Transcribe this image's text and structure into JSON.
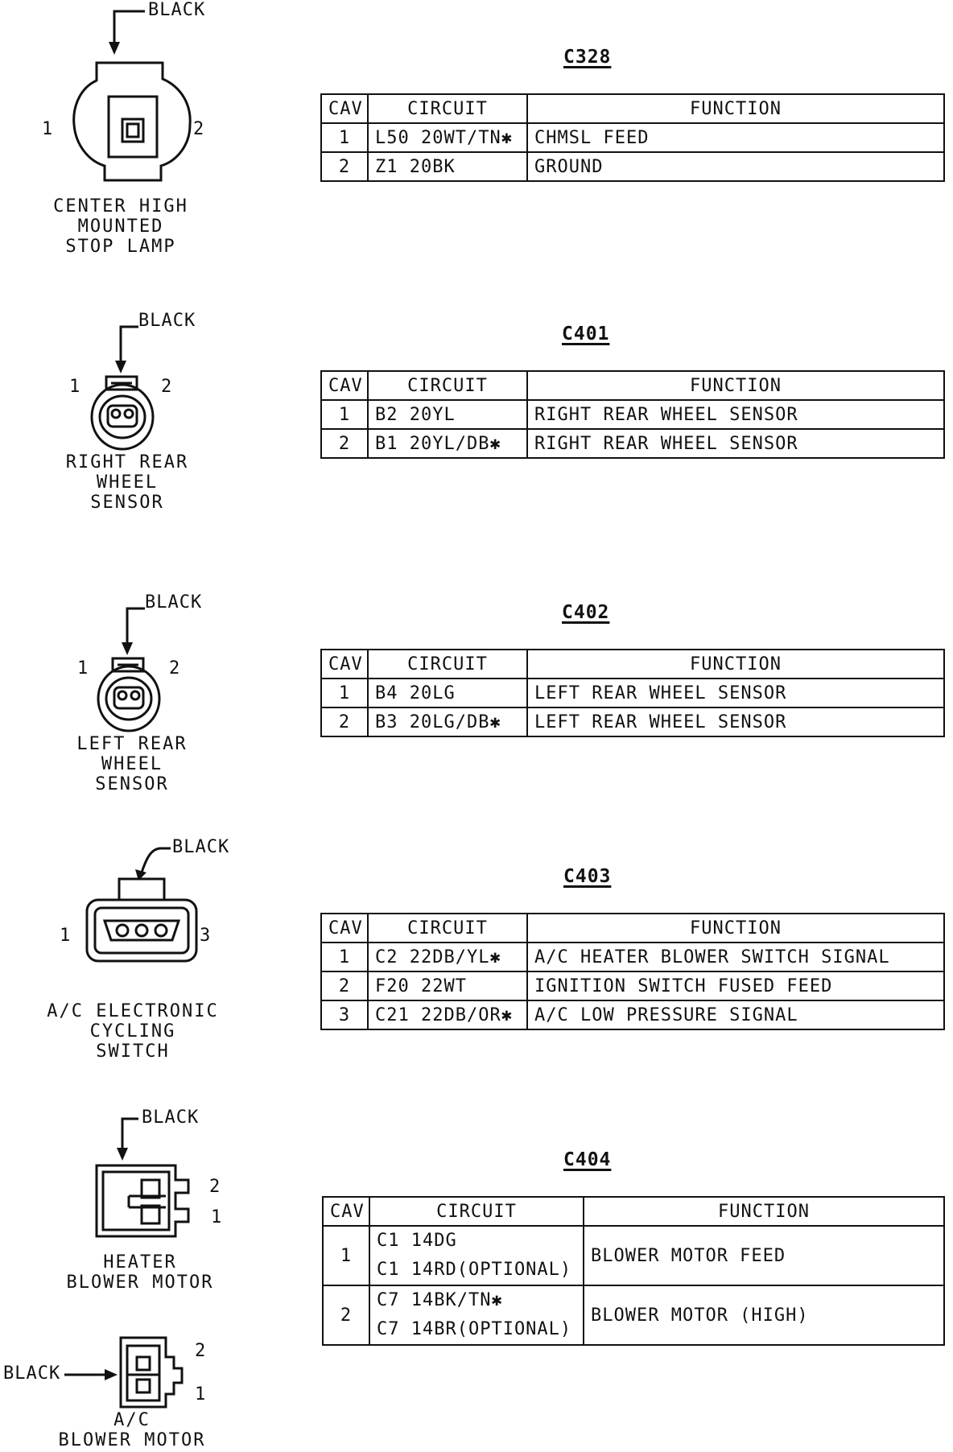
{
  "connectors": [
    {
      "id": "C328",
      "caption": [
        "CENTER HIGH",
        "MOUNTED",
        "STOP LAMP"
      ],
      "color_label": "BLACK",
      "pins": [
        "1",
        "2"
      ],
      "headers": [
        "CAV",
        "CIRCUIT",
        "FUNCTION"
      ],
      "rows": [
        {
          "cav": "1",
          "circuit": "L50 20WT/TN✱",
          "function": "CHMSL FEED"
        },
        {
          "cav": "2",
          "circuit": "Z1 20BK",
          "function": "GROUND"
        }
      ]
    },
    {
      "id": "C401",
      "caption": [
        "RIGHT REAR",
        "WHEEL",
        "SENSOR"
      ],
      "color_label": "BLACK",
      "pins": [
        "1",
        "2"
      ],
      "headers": [
        "CAV",
        "CIRCUIT",
        "FUNCTION"
      ],
      "rows": [
        {
          "cav": "1",
          "circuit": "B2 20YL",
          "function": "RIGHT REAR WHEEL SENSOR"
        },
        {
          "cav": "2",
          "circuit": "B1 20YL/DB✱",
          "function": "RIGHT REAR WHEEL SENSOR"
        }
      ]
    },
    {
      "id": "C402",
      "caption": [
        "LEFT REAR",
        "WHEEL",
        "SENSOR"
      ],
      "color_label": "BLACK",
      "pins": [
        "1",
        "2"
      ],
      "headers": [
        "CAV",
        "CIRCUIT",
        "FUNCTION"
      ],
      "rows": [
        {
          "cav": "1",
          "circuit": "B4 20LG",
          "function": "LEFT REAR WHEEL SENSOR"
        },
        {
          "cav": "2",
          "circuit": "B3 20LG/DB✱",
          "function": "LEFT REAR WHEEL SENSOR"
        }
      ]
    },
    {
      "id": "C403",
      "caption": [
        "A/C ELECTRONIC",
        "CYCLING",
        "SWITCH"
      ],
      "color_label": "BLACK",
      "pins": [
        "1",
        "3"
      ],
      "headers": [
        "CAV",
        "CIRCUIT",
        "FUNCTION"
      ],
      "rows": [
        {
          "cav": "1",
          "circuit": "C2 22DB/YL✱",
          "function": "A/C HEATER BLOWER SWITCH SIGNAL"
        },
        {
          "cav": "2",
          "circuit": "F20 22WT",
          "function": "IGNITION SWITCH FUSED FEED"
        },
        {
          "cav": "3",
          "circuit": "C21 22DB/OR✱",
          "function": "A/C LOW PRESSURE SIGNAL"
        }
      ]
    },
    {
      "id": "C404",
      "caption": [
        "HEATER",
        "BLOWER MOTOR"
      ],
      "caption2": [
        "A/C",
        "BLOWER MOTOR"
      ],
      "color_label": "BLACK",
      "color_label2": "BLACK",
      "pins": [
        "2",
        "1"
      ],
      "pins2": [
        "2",
        "1"
      ],
      "headers": [
        "CAV",
        "CIRCUIT",
        "FUNCTION"
      ],
      "rows": [
        {
          "cav": "1",
          "circuit": [
            "C1 14DG",
            "C1 14RD(OPTIONAL)"
          ],
          "function": "BLOWER MOTOR FEED"
        },
        {
          "cav": "2",
          "circuit": [
            "C7 14BK/TN✱",
            "C7 14BR(OPTIONAL)"
          ],
          "function": "BLOWER MOTOR (HIGH)"
        }
      ]
    }
  ]
}
